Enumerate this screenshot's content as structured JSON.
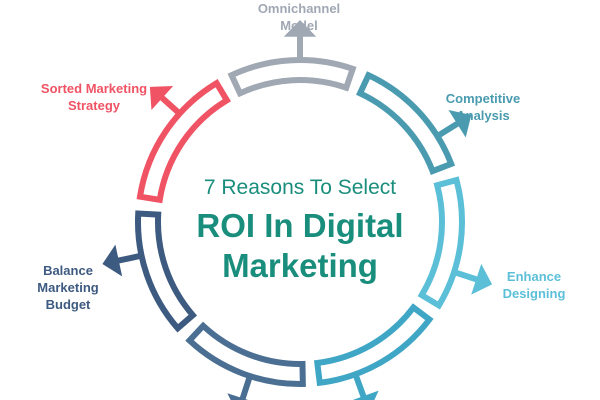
{
  "title": {
    "subtitle": "7 Reasons To Select",
    "main": "ROI In Digital\nMarketing"
  },
  "segments": [
    {
      "label": "Omnichannel\nModel",
      "color": "#a0a8b4"
    },
    {
      "label": "Competitive\nAnalysis",
      "color": "#4a9bb0"
    },
    {
      "label": "Enhance\nDesigning",
      "color": "#5bbfd8"
    },
    {
      "label": "",
      "color": "#3fa6c6"
    },
    {
      "label": "",
      "color": "#4b6f93"
    },
    {
      "label": "Balance\nMarketing\nBudget",
      "color": "#3d5a80"
    },
    {
      "label": "Sorted Marketing\nStrategy",
      "color": "#ef5364"
    }
  ],
  "colors": {
    "accent": "#1a8e7d"
  }
}
